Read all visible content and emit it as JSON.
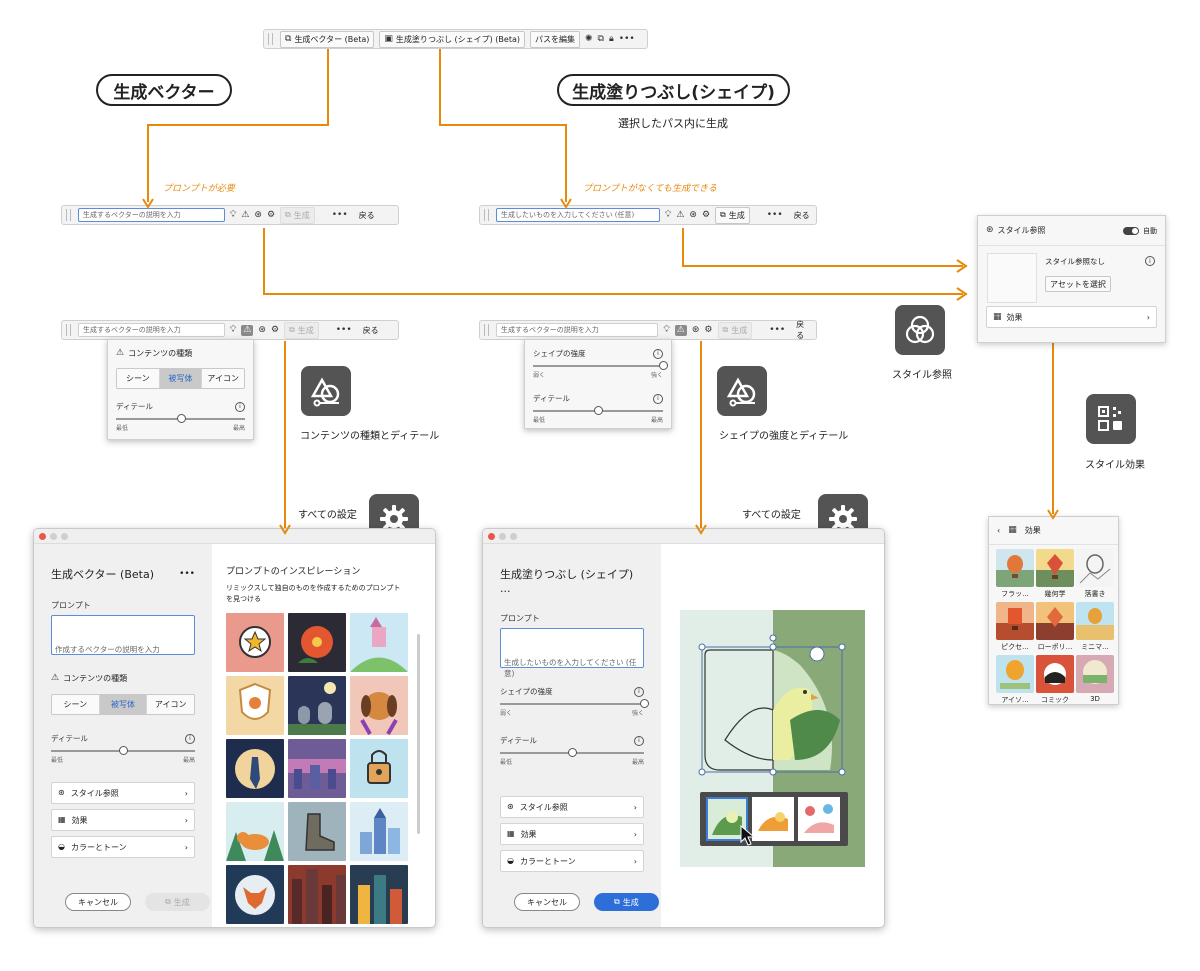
{
  "top_toolbar": {
    "gen_vector_btn": "生成ベクター (Beta)",
    "gen_fill_btn": "生成塗りつぶし (シェイプ) (Beta)",
    "edit_path_btn": "パスを編集"
  },
  "headings": {
    "gen_vector": "生成ベクター",
    "gen_fill": "生成塗りつぶし(シェイプ)",
    "gen_fill_sub": "選択したパス内に生成"
  },
  "notes": {
    "prompt_required": "プロンプトが必要",
    "prompt_optional": "プロンプトがなくても生成できる"
  },
  "bars": {
    "vector_placeholder": "生成するベクターの説明を入力",
    "fill_placeholder": "生成したいものを入力してください (任意)",
    "generate": "生成",
    "back": "戻る"
  },
  "content_popup": {
    "title": "コンテンツの種類",
    "seg": [
      "シーン",
      "被写体",
      "アイコン"
    ],
    "detail": "ディテール",
    "min": "最低",
    "max": "最高",
    "detail_value": 0.5
  },
  "shape_popup": {
    "strength": "シェイプの強度",
    "weak": "弱く",
    "strong": "強く",
    "strength_value": 1.0,
    "detail": "ディテール",
    "min": "最低",
    "max": "最高",
    "detail_value": 0.5
  },
  "captions": {
    "content": "コンテンツの種類とディテール",
    "shape": "シェイプの強度とディテール",
    "all_settings": "すべての設定",
    "style_ref": "スタイル参照",
    "style_effect": "スタイル効果"
  },
  "style_panel": {
    "title": "スタイル参照",
    "auto": "自動",
    "none": "スタイル参照なし",
    "select_asset": "アセットを選択",
    "effect": "効果"
  },
  "left_window": {
    "title": "生成ベクター (Beta)",
    "prompt_label": "プロンプト",
    "prompt_placeholder": "作成するベクターの説明を入力",
    "content_type": "コンテンツの種類",
    "seg": [
      "シーン",
      "被写体",
      "アイコン"
    ],
    "detail": "ディテール",
    "min": "最低",
    "max": "最高",
    "detail_value": 0.5,
    "buttons": [
      "スタイル参照",
      "効果",
      "カラーとトーン"
    ],
    "cancel": "キャンセル",
    "generate": "生成",
    "inspiration_title": "プロンプトのインスピレーション",
    "inspiration_desc": "リミックスして独自のものを作成するためのプロンプトを見つける"
  },
  "right_window": {
    "title": "生成塗りつぶし (シェイプ) ...",
    "prompt_label": "プロンプト",
    "prompt_placeholder": "生成したいものを入力してください (任意)",
    "strength": "シェイプの強度",
    "weak": "弱く",
    "strong": "強く",
    "strength_value": 1.0,
    "detail": "ディテール",
    "min": "最低",
    "max": "最高",
    "detail_value": 0.5,
    "buttons": [
      "スタイル参照",
      "効果",
      "カラーとトーン"
    ],
    "cancel": "キャンセル",
    "generate": "生成"
  },
  "effects_panel": {
    "title": "効果",
    "items": [
      "フラッ...",
      "幾何学",
      "落書き",
      "ピクセ...",
      "ローポリ...",
      "ミニマ...",
      "アイソ...",
      "コミック",
      "3D"
    ]
  },
  "colors": {
    "accent": "#e8890c",
    "blue": "#2a66c8",
    "icon_bg": "#545454"
  }
}
